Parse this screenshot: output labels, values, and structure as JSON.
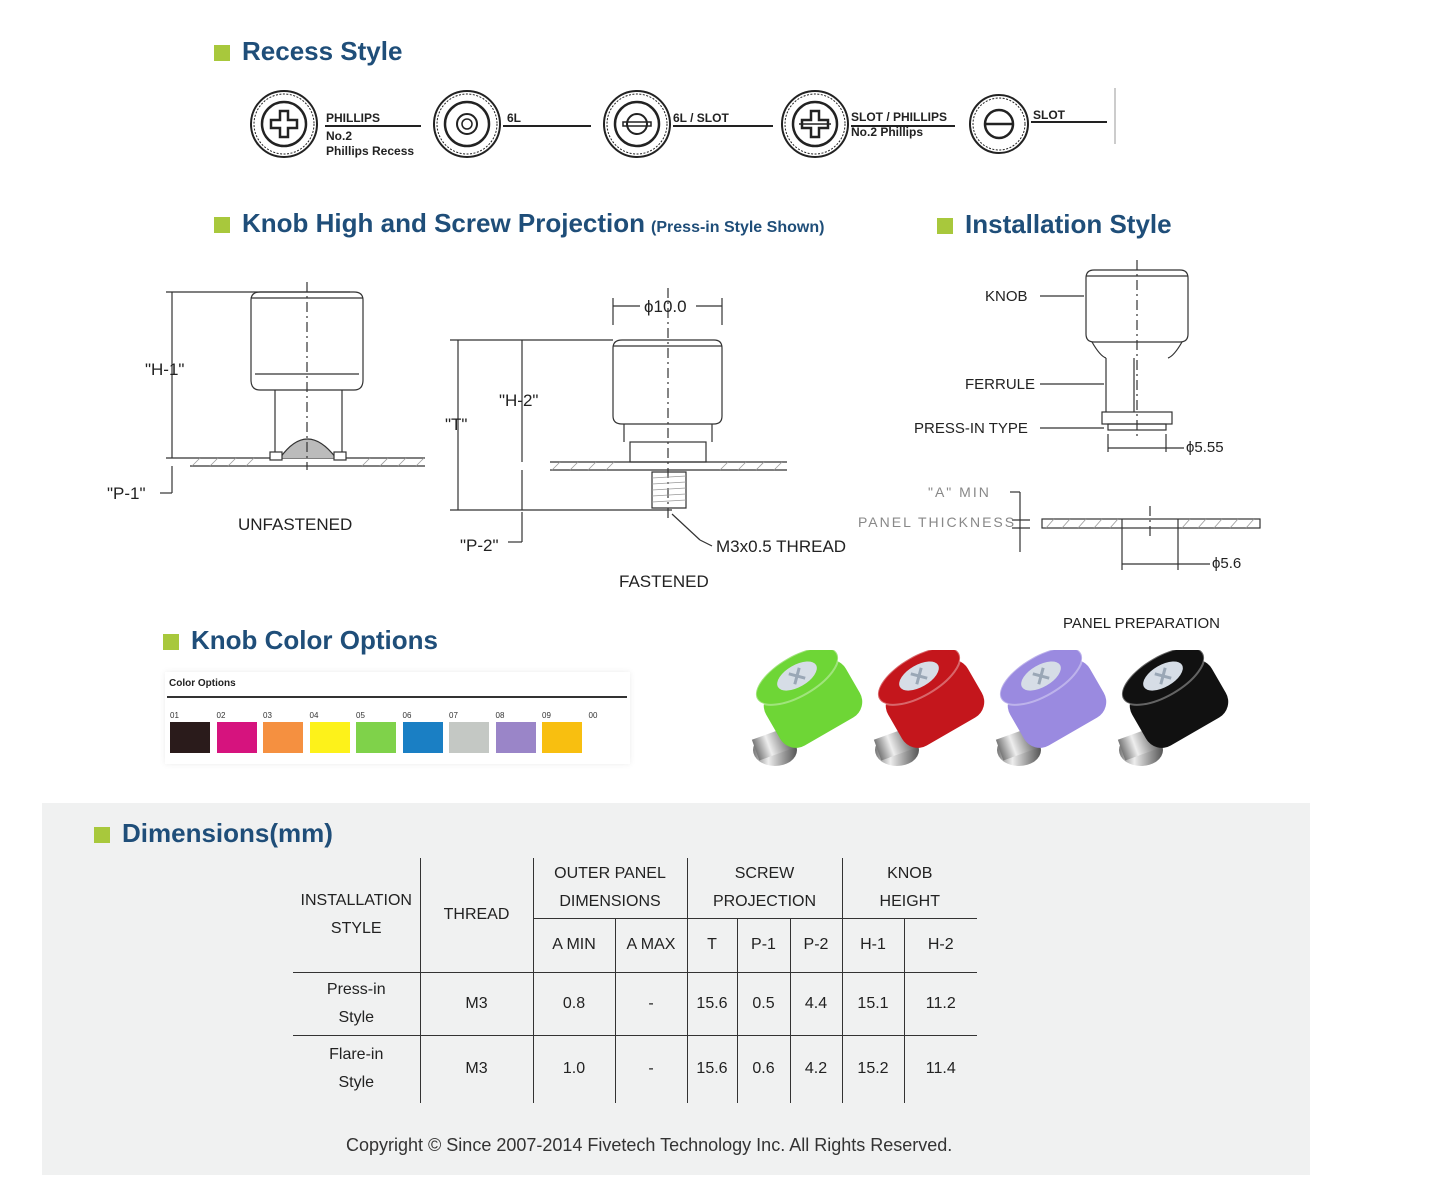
{
  "sections": {
    "recess": "Recess Style",
    "knob_projection": "Knob High and Screw Projection",
    "knob_projection_note": "(Press-in Style Shown)",
    "installation": "Installation Style",
    "colors": "Knob Color Options",
    "dimensions": "Dimensions(mm)"
  },
  "recess_styles": [
    {
      "label": "PHILLIPS",
      "sub1": "No.2",
      "sub2": "Phillips Recess"
    },
    {
      "label": "6L",
      "sub1": "",
      "sub2": ""
    },
    {
      "label": "6L / SLOT",
      "sub1": "",
      "sub2": ""
    },
    {
      "label": "SLOT / PHILLIPS",
      "sub1": "No.2 Phillips",
      "sub2": ""
    },
    {
      "label": "SLOT",
      "sub1": "",
      "sub2": ""
    }
  ],
  "projection": {
    "h1": "\"H-1\"",
    "p1": "\"P-1\"",
    "unfastened": "UNFASTENED",
    "diameter": "ϕ10.0",
    "h2": "\"H-2\"",
    "t": "\"T\"",
    "p2": "\"P-2\"",
    "thread": "M3x0.5 THREAD",
    "fastened": "FASTENED"
  },
  "installation": {
    "knob": "KNOB",
    "ferrule": "FERRULE",
    "press_in": "PRESS-IN TYPE",
    "d555": "ϕ5.55",
    "a_min": "\"A\" MIN",
    "panel_thickness": "PANEL THICKNESS",
    "d56": "ϕ5.6",
    "panel_prep": "PANEL PREPARATION"
  },
  "color_options": {
    "title": "Color Options",
    "swatches": [
      {
        "code": "01",
        "color": "#2a1b1b"
      },
      {
        "code": "02",
        "color": "#d6137e"
      },
      {
        "code": "03",
        "color": "#f59040"
      },
      {
        "code": "04",
        "color": "#fdf21a"
      },
      {
        "code": "05",
        "color": "#7fd24a"
      },
      {
        "code": "06",
        "color": "#1a7fc4"
      },
      {
        "code": "07",
        "color": "#c4c8c4"
      },
      {
        "code": "08",
        "color": "#9a85c8"
      },
      {
        "code": "09",
        "color": "#f8bf10"
      },
      {
        "code": "00",
        "color": "#ffffff"
      }
    ]
  },
  "product_colors": [
    "#6ed636",
    "#c4161c",
    "#9a8ae0",
    "#111111"
  ],
  "table": {
    "headers": {
      "installation_style": [
        "INSTALLATION",
        "STYLE"
      ],
      "thread": "THREAD",
      "outer_panel": [
        "OUTER PANEL",
        "DIMENSIONS"
      ],
      "screw_projection": [
        "SCREW",
        "PROJECTION"
      ],
      "knob_height": [
        "KNOB",
        "HEIGHT"
      ],
      "sub": [
        "A MIN",
        "A MAX",
        "T",
        "P-1",
        "P-2",
        "H-1",
        "H-2"
      ]
    },
    "rows": [
      {
        "style": [
          "Press-in",
          "Style"
        ],
        "thread": "M3",
        "cells": [
          "0.8",
          "-",
          "15.6",
          "0.5",
          "4.4",
          "15.1",
          "11.2"
        ]
      },
      {
        "style": [
          "Flare-in",
          "Style"
        ],
        "thread": "M3",
        "cells": [
          "1.0",
          "-",
          "15.6",
          "0.6",
          "4.2",
          "15.2",
          "11.4"
        ]
      }
    ]
  },
  "copyright": "Copyright © Since 2007-2014 Fivetech Technology Inc. All Rights Reserved."
}
